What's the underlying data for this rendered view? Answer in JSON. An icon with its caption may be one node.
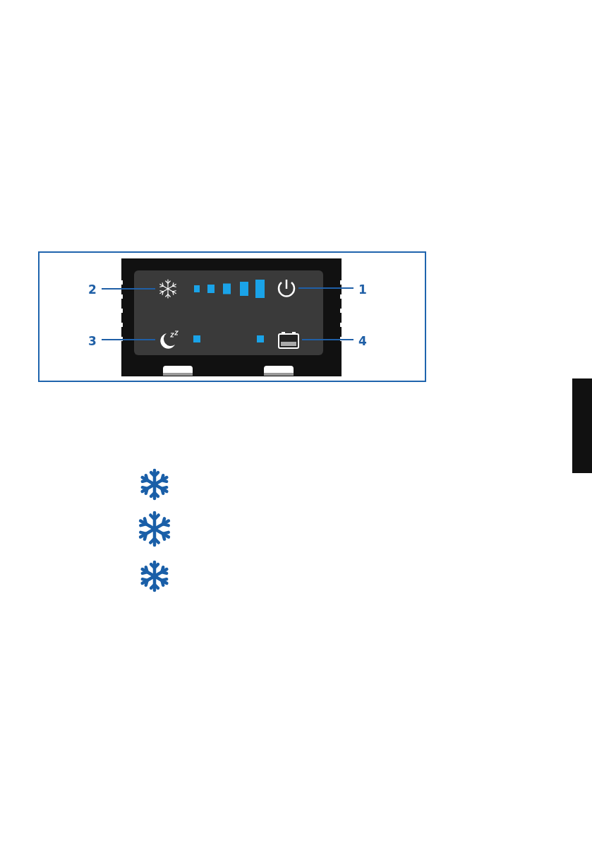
{
  "diagram": {
    "nodes": [
      {
        "text": [
          "2"
        ]
      },
      {
        "text": [],
        "shape": "picture"
      },
      {
        "text": [],
        "shape": "picture"
      },
      {
        "text": [
          "1"
        ]
      },
      {
        "text": [
          "3"
        ]
      },
      {
        "text": [],
        "shape": "picture"
      },
      {
        "text": [],
        "shape": "picture"
      },
      {
        "text": [
          "4"
        ]
      }
    ],
    "edges": [
      {
        "from": 0,
        "to": 1,
        "arrow": "none"
      },
      {
        "from": 3,
        "to": 2,
        "arrow": "none"
      },
      {
        "from": 4,
        "to": 5,
        "arrow": "none"
      },
      {
        "from": 7,
        "to": 6,
        "arrow": "none"
      }
    ]
  }
}
